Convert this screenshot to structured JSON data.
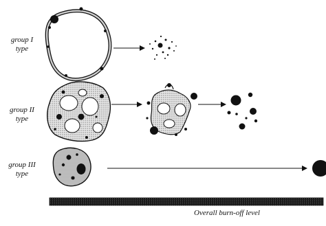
{
  "rows": [
    {
      "label_line1": "group I",
      "label_line2": "type"
    },
    {
      "label_line1": "group II",
      "label_line2": "type"
    },
    {
      "label_line1": "group III",
      "label_line2": "type"
    }
  ],
  "burnoff_label": "Overall burn-off level",
  "colors": {
    "ink": "#111111",
    "fill_light": "#d9d9d9",
    "fill_mid": "#bdbdbd"
  }
}
